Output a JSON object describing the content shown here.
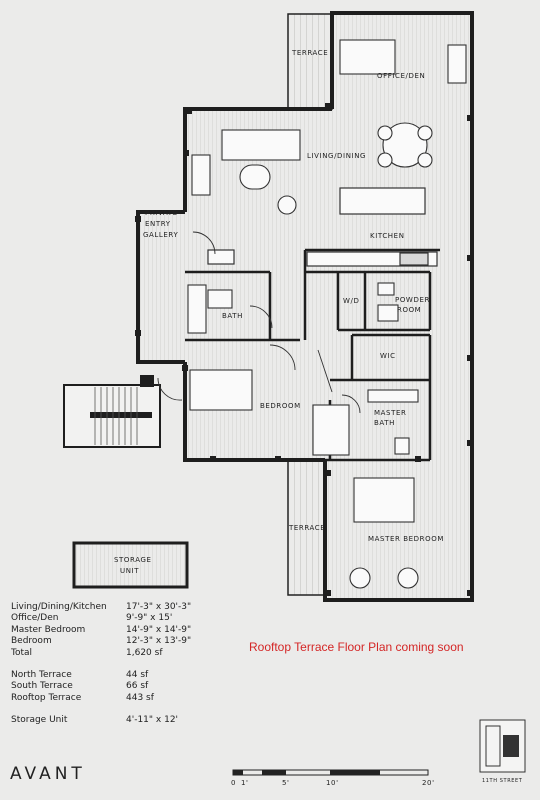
{
  "rooms": {
    "terrace_north": "TERRACE",
    "office": "OFFICE/DEN",
    "living": "LIVING/DINING",
    "entry": [
      "PRIVATE",
      "ENTRY",
      "GALLERY"
    ],
    "kitchen": "KITCHEN",
    "wd": "W/D",
    "powder": [
      "POWDER",
      "ROOM"
    ],
    "bath": "BATH",
    "wic": "WIC",
    "bedroom": "BEDROOM",
    "master_bath": [
      "MASTER",
      "BATH"
    ],
    "terrace_south": "TERRACE",
    "master_bedroom": "MASTER BEDROOM",
    "storage": [
      "STORAGE",
      "UNIT"
    ]
  },
  "dimensions": [
    {
      "label": "Living/Dining/Kitchen",
      "value": "17'-3\" x 30'-3\""
    },
    {
      "label": "Office/Den",
      "value": "9'-9\" x 15'"
    },
    {
      "label": "Master Bedroom",
      "value": "14'-9\" x 14'-9\""
    },
    {
      "label": "Bedroom",
      "value": "12'-3\" x 13'-9\""
    },
    {
      "label": "Total",
      "value": "1,620 sf"
    }
  ],
  "terraces": [
    {
      "label": "North Terrace",
      "value": "44 sf"
    },
    {
      "label": "South Terrace",
      "value": "66 sf"
    },
    {
      "label": "Rooftop Terrace",
      "value": "443 sf"
    }
  ],
  "storage_row": {
    "label": "Storage Unit",
    "value": "4'-11\" x 12'"
  },
  "notice": "Rooftop Terrace Floor Plan coming soon",
  "brand": "AVANT",
  "scale": {
    "ticks": [
      "0",
      "1'",
      "5'",
      "10'",
      "20'"
    ]
  },
  "keyplan": {
    "street": "11TH STREET"
  },
  "colors": {
    "notice": "#d42626",
    "ink": "#222222",
    "paper": "#ebebea"
  }
}
